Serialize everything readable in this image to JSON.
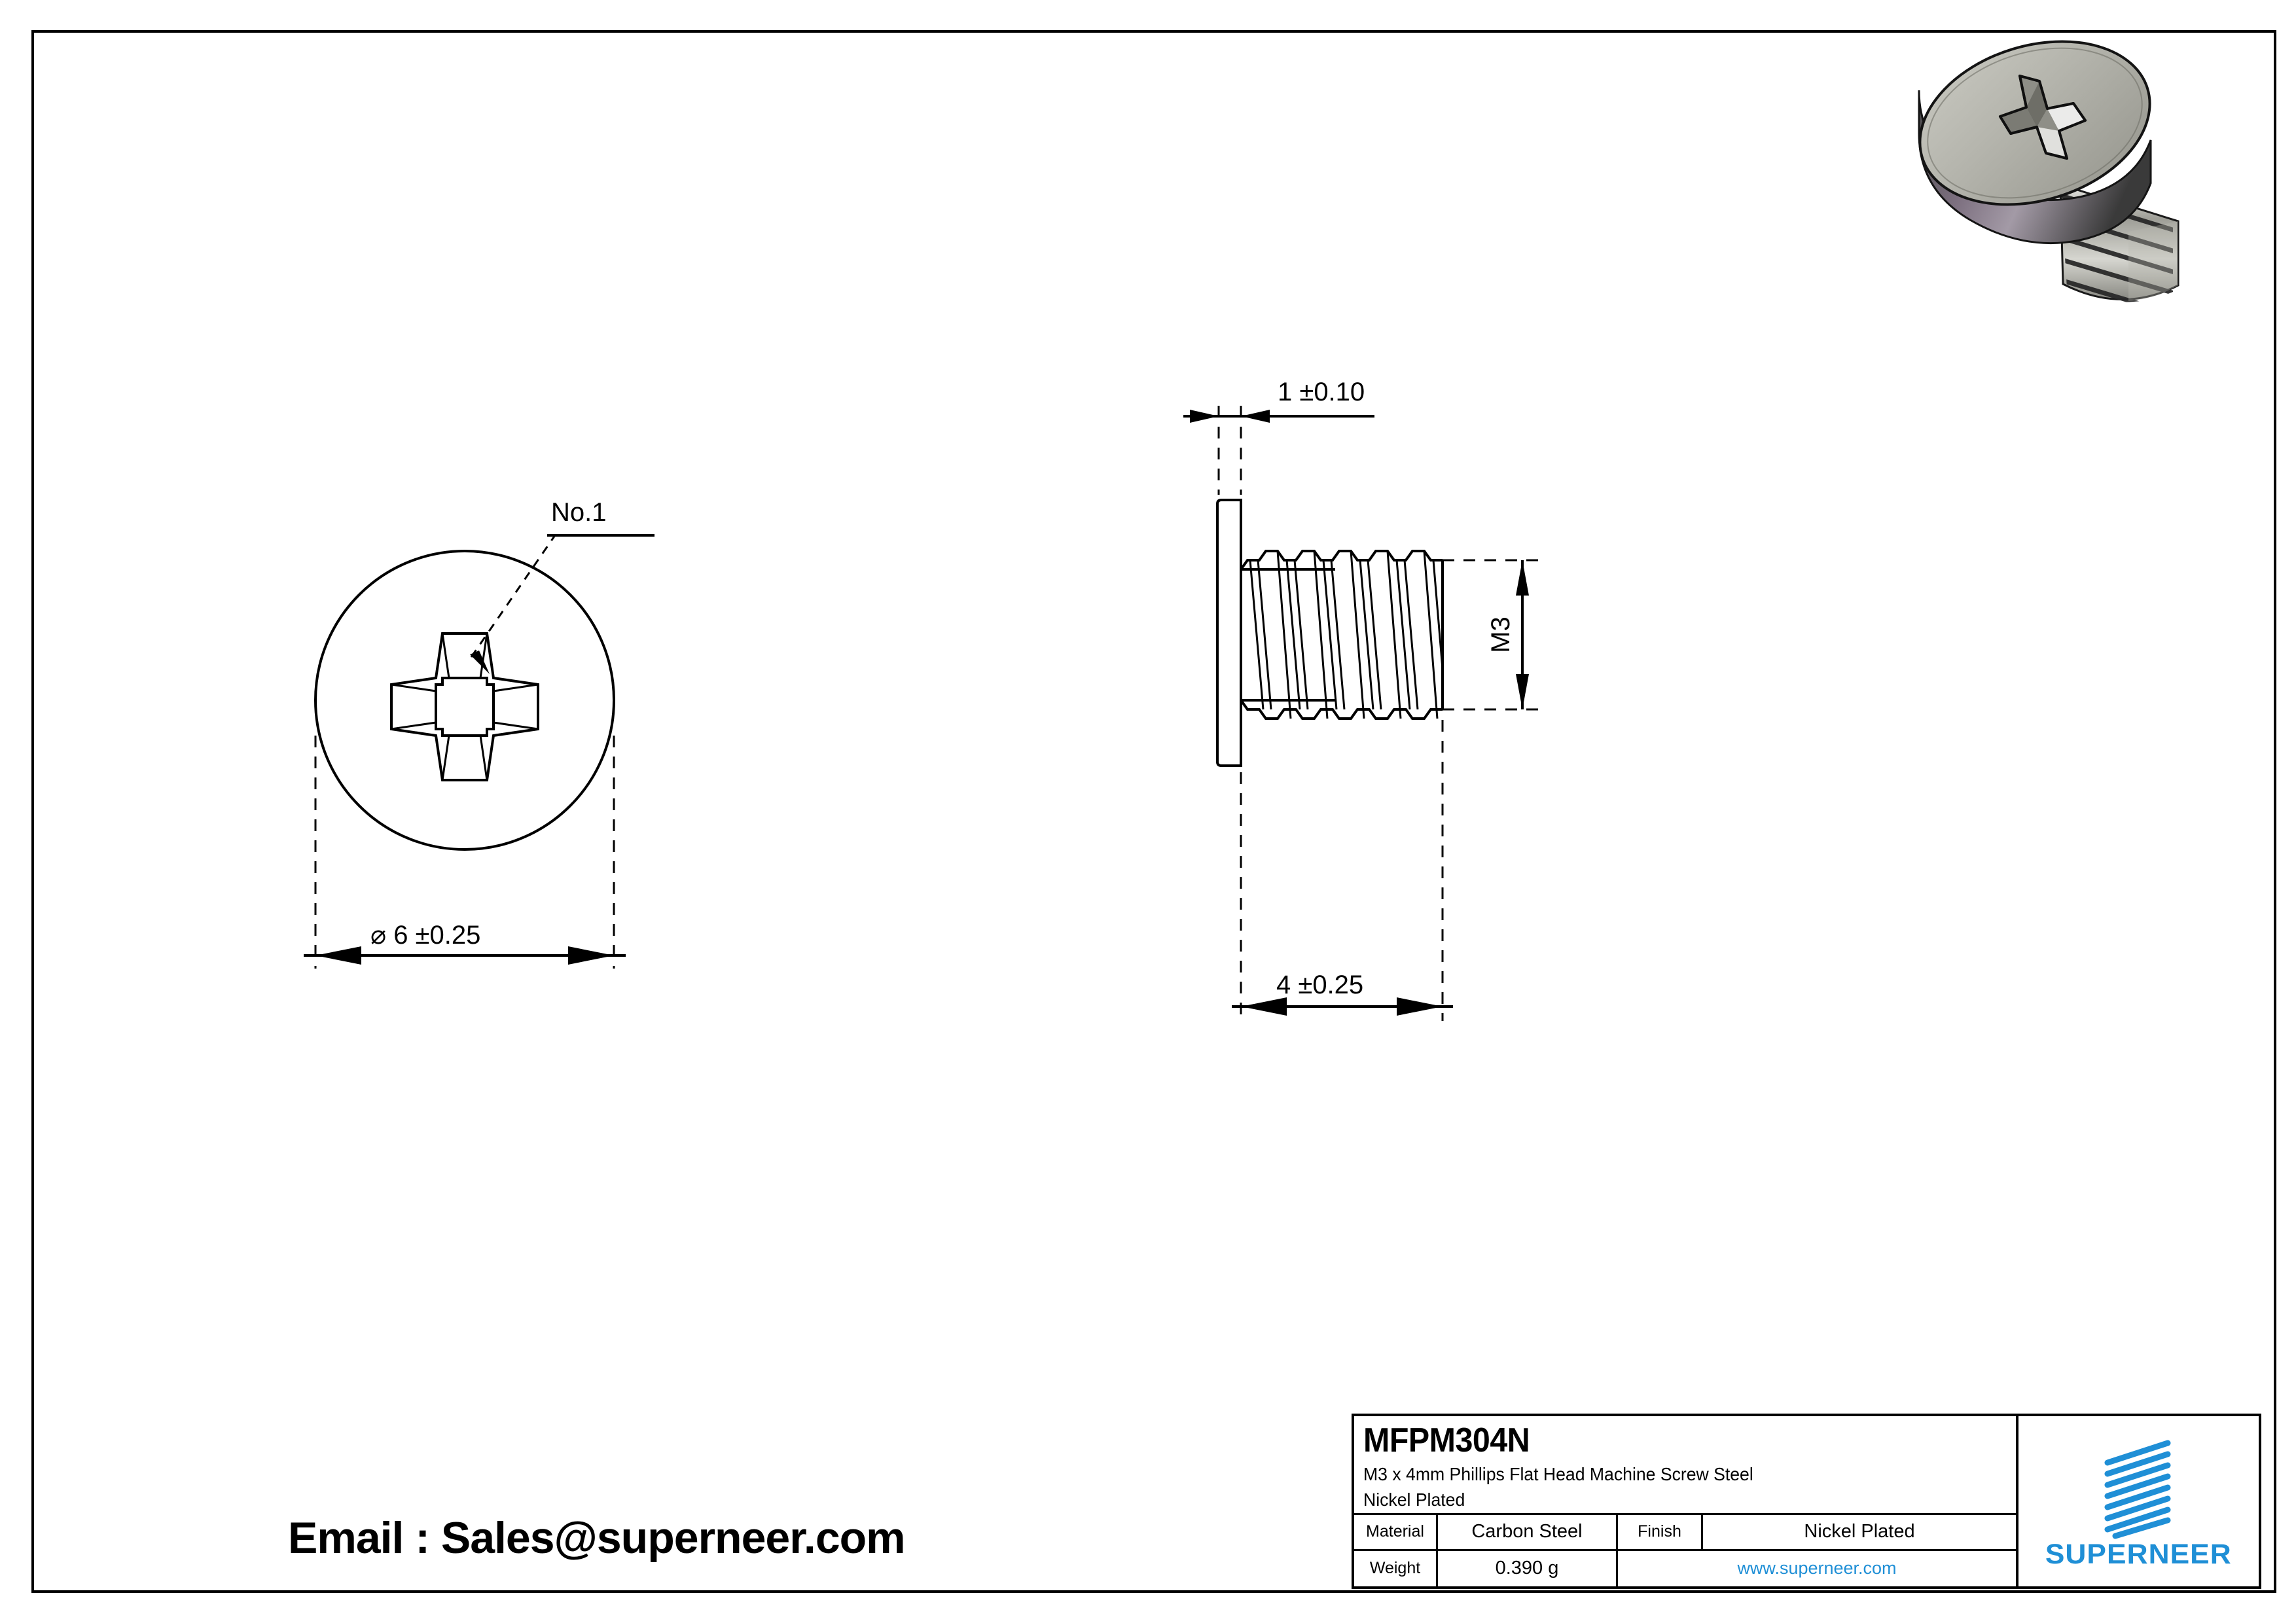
{
  "document": {
    "type": "engineering-drawing",
    "sheet_background": "#ffffff",
    "line_color": "#000000",
    "accent_color": "#1f8fd6"
  },
  "contact": {
    "email_line": "Email : Sales@superneer.com"
  },
  "front_view": {
    "leader_label": "No.1",
    "diameter_dimension": "⌀ 6 ±0.25"
  },
  "side_view": {
    "head_thickness_dimension": "1 ±0.10",
    "thread_size_dimension": "M3",
    "length_dimension": "4 ±0.25"
  },
  "title_block": {
    "part_number": "MFPM304N",
    "description_line1": "M3 x 4mm Phillips Flat Head Machine Screw Steel",
    "description_line2": "Nickel Plated",
    "rows": [
      {
        "label": "Material",
        "value": "Carbon Steel",
        "label2": "Finish",
        "value2": "Nickel Plated"
      },
      {
        "label": "Weight",
        "value": "0.390 g",
        "website": "www.superneer.com"
      }
    ],
    "brand": {
      "name": "SUPERNEER",
      "logo_bar_count": 8,
      "logo_color": "#1f8fd6"
    }
  }
}
